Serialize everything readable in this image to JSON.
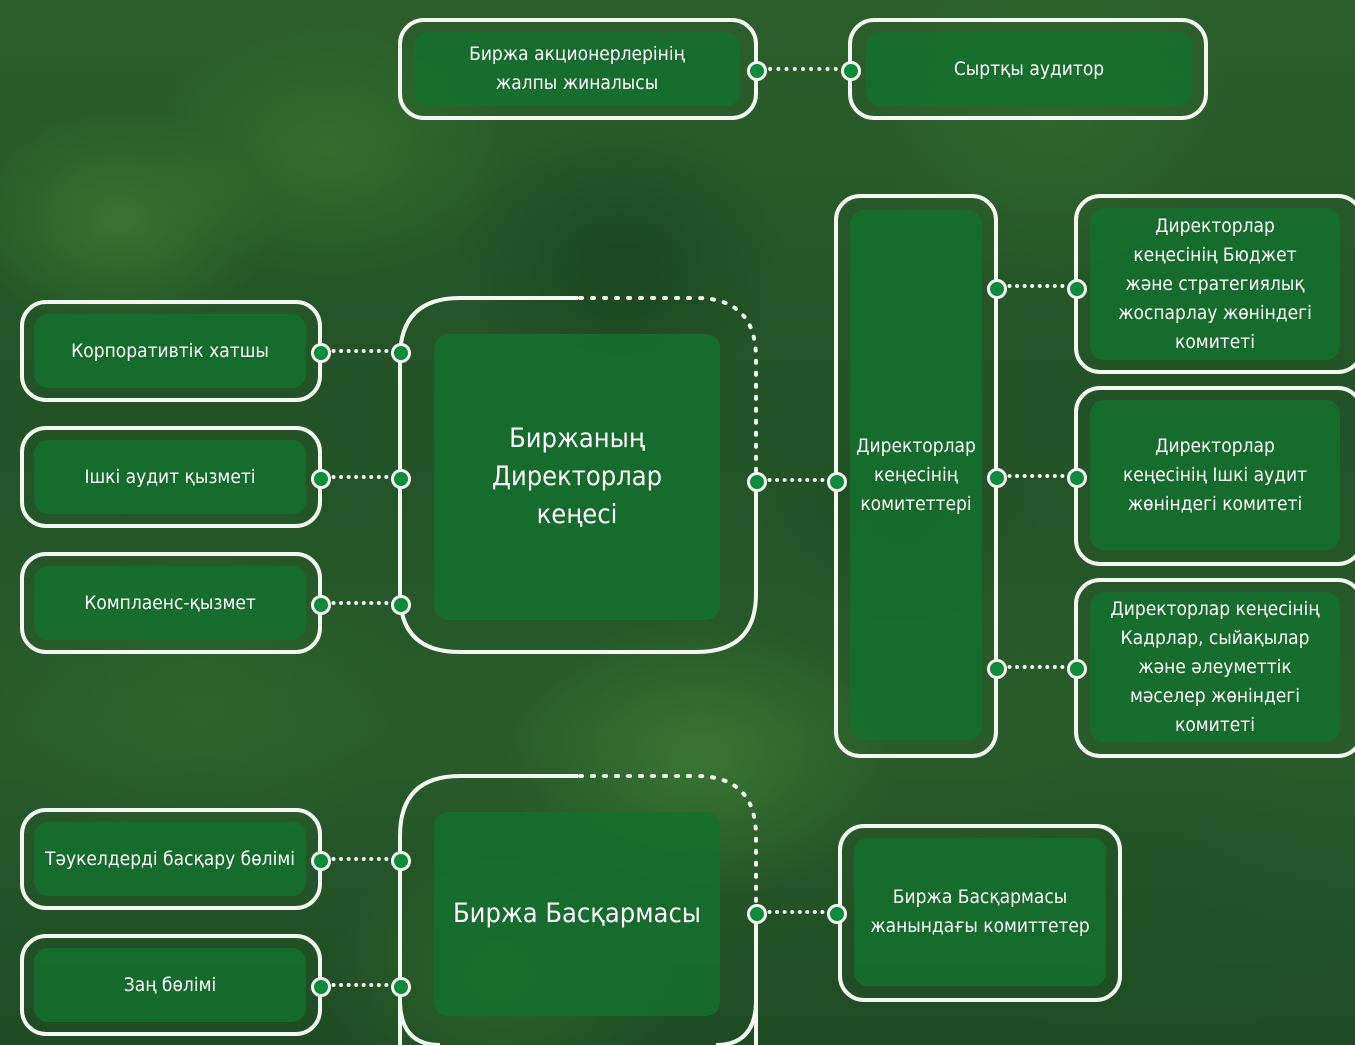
{
  "top": {
    "shareholders": "Биржа акционерлерінің\nжалпы жиналысы",
    "external_auditor": "Сыртқы аудитор"
  },
  "left_units": {
    "corporate_secretary": "Корпоративтік хатшы",
    "internal_audit": "Ішкі аудит қызметі",
    "compliance": "Комплаенс-қызмет",
    "risk_management": "Тәукелдерді басқару бөлімі",
    "legal": "Заң бөлімі"
  },
  "board": {
    "title": "Биржаның\nДиректорлар\nкеңесі",
    "committees": "Директорлар\nкеңесінің\nкомитеттері"
  },
  "committees": {
    "budget": "Директорлар\nкеңесінің Бюджет\nжәне стратегиялық\nжоспарлау жөніндегі\nкомитеті",
    "audit": "Директорлар\nкеңесінің Ішкі аудит\nжөніндегі комитеті",
    "hr": "Директорлар кеңесінің\nКадрлар, сыйақылар\nжәне әлеуметтік\nмәселер жөніндегі\nкомитеті"
  },
  "management": {
    "title": "Биржа Басқармасы",
    "committees": "Биржа Басқармасы\nжанындағы комиттетер"
  },
  "colors": {
    "box_fill": "#14702e",
    "outline": "#f4f6f2",
    "dot_fill": "#0d8a3a"
  }
}
